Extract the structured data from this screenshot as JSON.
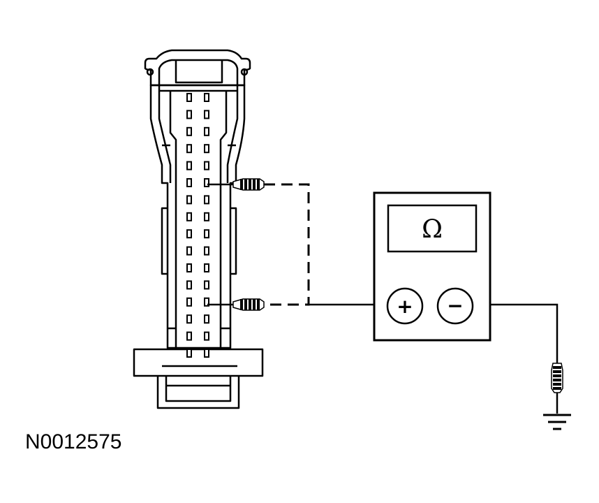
{
  "figure_id": "N0012575",
  "meter": {
    "display_symbol": "Ω",
    "positive_label": "+",
    "negative_label": "−"
  },
  "connector": {
    "pin_rows": 16
  },
  "icons": [
    "connector-icon",
    "probe-icon",
    "ohmmeter-icon",
    "ground-icon"
  ]
}
